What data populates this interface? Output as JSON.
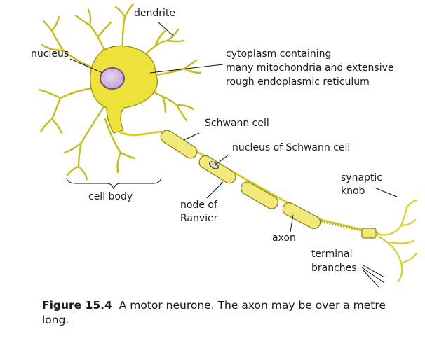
{
  "labels": {
    "dendrite": "dendrite",
    "nucleus": "nucleus",
    "cytoplasm_line1": "cytoplasm containing",
    "cytoplasm_line2": "many mitochondria and extensive",
    "cytoplasm_line3": "rough endoplasmic reticulum",
    "schwann_cell": "Schwann cell",
    "nucleus_of_schwann": "nucleus of Schwann cell",
    "synaptic_line1": "synaptic",
    "synaptic_line2": "knob",
    "cell_body": "cell body",
    "node_line1": "node of",
    "node_line2": "Ranvier",
    "axon": "axon",
    "terminal_line1": "terminal",
    "terminal_line2": "branches"
  },
  "caption": {
    "figure_number": "Figure 15.4",
    "text": "A motor neurone. The axon may be over a metre long."
  },
  "colors": {
    "cell_fill": "#ece23a",
    "cell_stroke": "#9a8f10",
    "nucleus_fill": "#cdb3dc",
    "nucleus_stroke": "#6f4f86",
    "schwann_fill": "#f1e97a",
    "schwann_stroke": "#8c8420"
  }
}
